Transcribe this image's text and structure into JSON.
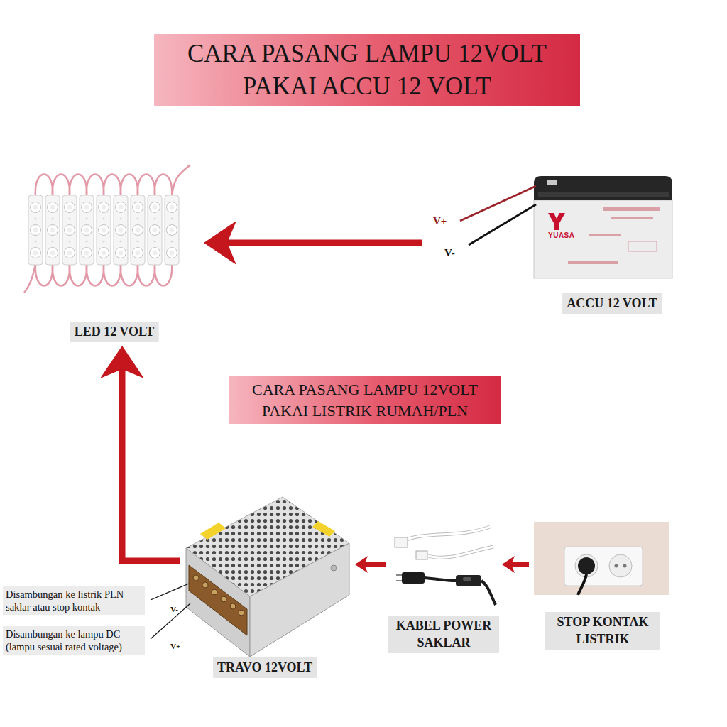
{
  "diagram": {
    "title": "CARA PASANG LAMPU 12VOLT PAKAI ACCU 12 VOLT",
    "nodes": [
      {
        "text": [
          "LED 12 VOLT"
        ]
      },
      {
        "text": [
          "ACCU 12 VOLT"
        ]
      },
      {
        "text": [
          "TRAVO 12VOLT"
        ]
      },
      {
        "text": [
          "KABEL POWER SAKLAR"
        ]
      },
      {
        "text": [
          "STOP KONTAK LISTRIK"
        ]
      }
    ],
    "edges": [
      {
        "from": 1,
        "to": 0,
        "arrow": "to"
      },
      {
        "from": 2,
        "to": 0,
        "arrow": "to"
      },
      {
        "from": 3,
        "to": 2,
        "arrow": "to"
      },
      {
        "from": 4,
        "to": 3,
        "arrow": "to"
      }
    ],
    "labels": [
      "V+",
      "V-",
      "YUASA",
      "CARA PASANG LAMPU 12VOLT PAKAI LISTRIK RUMAH/PLN",
      "V-",
      "V+",
      "Disambungan ke listrik PLN saklar atau stop kontak",
      "Disambungan ke lampu DC (lampu sesuai rated voltage)"
    ]
  }
}
